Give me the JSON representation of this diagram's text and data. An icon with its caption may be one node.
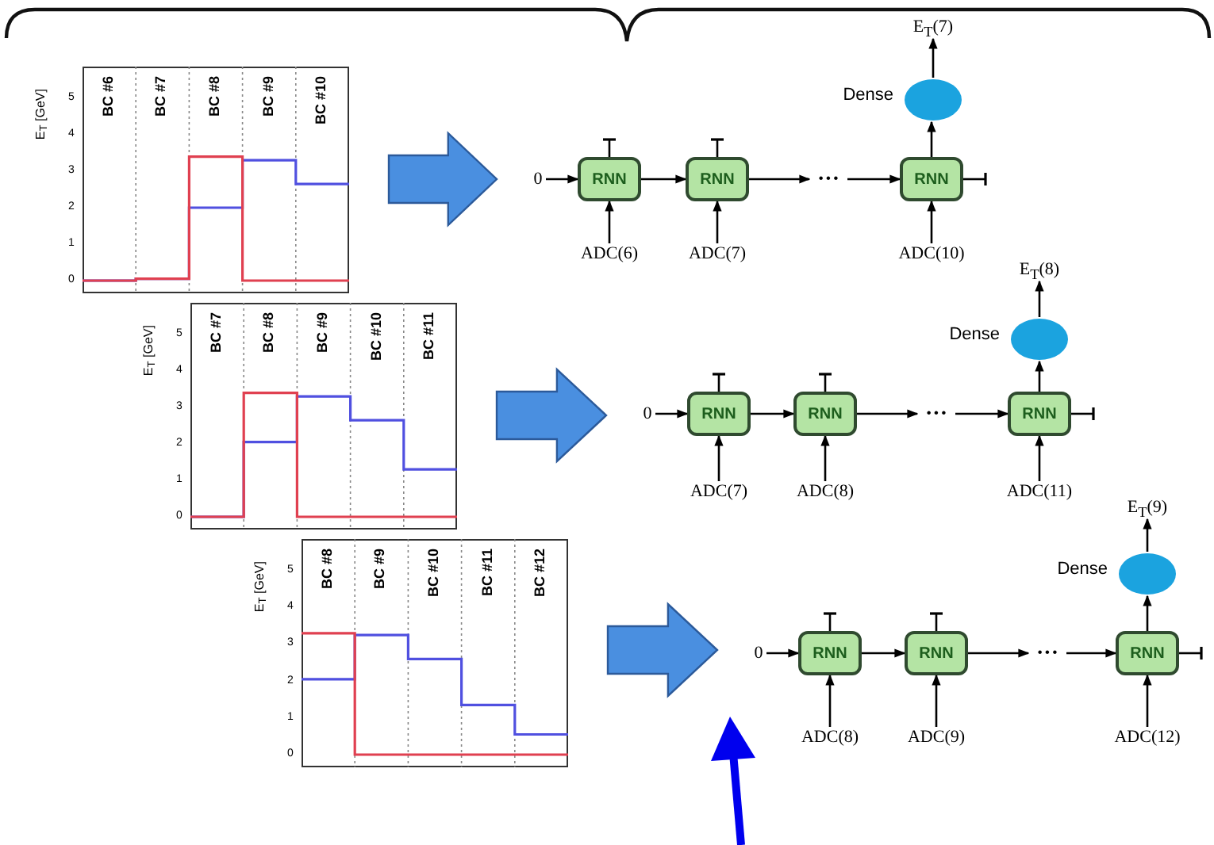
{
  "diagram": {
    "nodes": [
      {
        "text": [
          "E$_{T}$ [GeV]",
          "BC #6",
          "BC #7",
          "BC #8",
          "BC #9",
          "BC #10",
          "5",
          "4",
          "3",
          "2",
          "1",
          "0"
        ]
      },
      {
        "text": [
          "0"
        ]
      },
      {
        "text": [
          "RNN"
        ]
      },
      {
        "text": [
          "RNN"
        ]
      },
      {
        "text": [
          "···"
        ]
      },
      {
        "text": [
          "RNN"
        ]
      },
      {
        "text": [
          "ADC(6)"
        ]
      },
      {
        "text": [
          "ADC(7)"
        ]
      },
      {
        "text": [
          "ADC(10)"
        ]
      },
      {
        "text": [],
        "shape": "ellipse",
        "beside": [
          "Dense"
        ]
      },
      {
        "text": [
          "E$_{T}$(7)"
        ]
      },
      {
        "text": [
          "E$_{T}$ [GeV]",
          "BC #7",
          "BC #8",
          "BC #9",
          "BC #10",
          "BC #11",
          "5",
          "4",
          "3",
          "2",
          "1",
          "0"
        ]
      },
      {
        "text": [
          "0"
        ]
      },
      {
        "text": [
          "RNN"
        ]
      },
      {
        "text": [
          "RNN"
        ]
      },
      {
        "text": [
          "···"
        ]
      },
      {
        "text": [
          "RNN"
        ]
      },
      {
        "text": [
          "ADC(7)"
        ]
      },
      {
        "text": [
          "ADC(8)"
        ]
      },
      {
        "text": [
          "ADC(11)"
        ]
      },
      {
        "text": [],
        "shape": "ellipse",
        "beside": [
          "Dense"
        ]
      },
      {
        "text": [
          "E$_{T}$(8)"
        ]
      },
      {
        "text": [
          "E$_{T}$ [GeV]",
          "BC #8",
          "BC #9",
          "BC #10",
          "BC #11",
          "BC #12",
          "5",
          "4",
          "3",
          "2",
          "1",
          "0"
        ]
      },
      {
        "text": [
          "0"
        ]
      },
      {
        "text": [
          "RNN"
        ]
      },
      {
        "text": [
          "RNN"
        ]
      },
      {
        "text": [
          "···"
        ]
      },
      {
        "text": [
          "RNN"
        ]
      },
      {
        "text": [
          "ADC(8)"
        ]
      },
      {
        "text": [
          "ADC(9)"
        ]
      },
      {
        "text": [
          "ADC(12)"
        ]
      },
      {
        "text": [],
        "shape": "ellipse",
        "beside": [
          "Dense"
        ]
      },
      {
        "text": [
          "E$_{T}$(9)"
        ]
      }
    ],
    "edges": [
      {
        "from": 0,
        "to": 1,
        "arrow": "to",
        "style": "thick",
        "color": "#4a8fe0"
      },
      {
        "from": 1,
        "to": 2,
        "arrow": "to"
      },
      {
        "from": 2,
        "to": 3,
        "arrow": "to"
      },
      {
        "from": 3,
        "to": 4,
        "arrow": "to"
      },
      {
        "from": 4,
        "to": 5,
        "arrow": "to"
      },
      {
        "from": 6,
        "to": 2,
        "arrow": "to"
      },
      {
        "from": 7,
        "to": 3,
        "arrow": "to"
      },
      {
        "from": 8,
        "to": 5,
        "arrow": "to"
      },
      {
        "from": 2,
        "to": null,
        "arrow": "other"
      },
      {
        "from": 3,
        "to": null,
        "arrow": "other"
      },
      {
        "from": 5,
        "to": null,
        "arrow": "other"
      },
      {
        "from": 5,
        "to": 9,
        "arrow": "to"
      },
      {
        "from": 9,
        "to": 10,
        "arrow": "to"
      },
      {
        "from": 11,
        "to": 12,
        "arrow": "to",
        "style": "thick",
        "color": "#4a8fe0"
      },
      {
        "from": 12,
        "to": 13,
        "arrow": "to"
      },
      {
        "from": 13,
        "to": 14,
        "arrow": "to"
      },
      {
        "from": 14,
        "to": 15,
        "arrow": "to"
      },
      {
        "from": 15,
        "to": 16,
        "arrow": "to"
      },
      {
        "from": 17,
        "to": 13,
        "arrow": "to"
      },
      {
        "from": 18,
        "to": 14,
        "arrow": "to"
      },
      {
        "from": 19,
        "to": 16,
        "arrow": "to"
      },
      {
        "from": 13,
        "to": null,
        "arrow": "other"
      },
      {
        "from": 14,
        "to": null,
        "arrow": "other"
      },
      {
        "from": 16,
        "to": null,
        "arrow": "other"
      },
      {
        "from": 16,
        "to": 20,
        "arrow": "to"
      },
      {
        "from": 20,
        "to": 21,
        "arrow": "to"
      },
      {
        "from": 22,
        "to": 23,
        "arrow": "to",
        "style": "thick",
        "color": "#4a8fe0"
      },
      {
        "from": 23,
        "to": 24,
        "arrow": "to"
      },
      {
        "from": 24,
        "to": 25,
        "arrow": "to"
      },
      {
        "from": 25,
        "to": 26,
        "arrow": "to"
      },
      {
        "from": 26,
        "to": 27,
        "arrow": "to"
      },
      {
        "from": 28,
        "to": 24,
        "arrow": "to"
      },
      {
        "from": 29,
        "to": 25,
        "arrow": "to"
      },
      {
        "from": 30,
        "to": 27,
        "arrow": "to"
      },
      {
        "from": 24,
        "to": null,
        "arrow": "other"
      },
      {
        "from": 25,
        "to": null,
        "arrow": "other"
      },
      {
        "from": 27,
        "to": null,
        "arrow": "other"
      },
      {
        "from": 27,
        "to": 31,
        "arrow": "to"
      },
      {
        "from": 31,
        "to": 32,
        "arrow": "to"
      }
    ]
  }
}
